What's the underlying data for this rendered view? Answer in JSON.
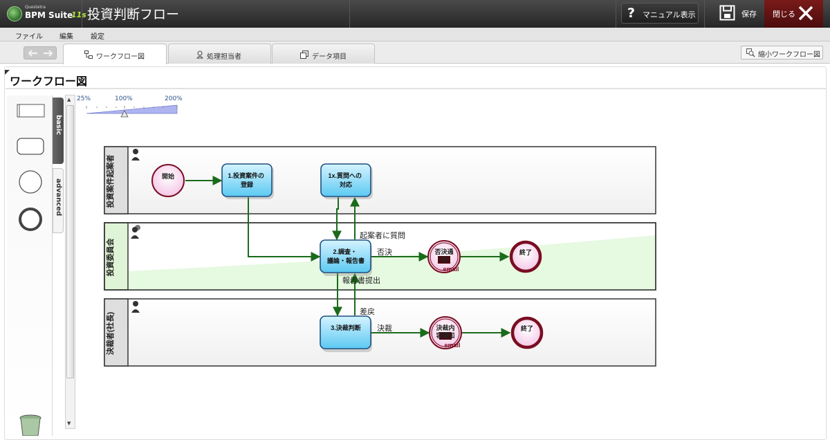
{
  "header": {
    "logo_small": "Questetra",
    "logo_name": "BPM Suite",
    "logo_version": "11s",
    "title": "投資判断フロー",
    "manual_label": "マニュアル表示",
    "save_label": "保存",
    "close_label": "閉じる"
  },
  "menu": [
    "ファイル",
    "編集",
    "設定"
  ],
  "tabs": [
    {
      "label": "ワークフロー図",
      "icon": "flowchart-icon"
    },
    {
      "label": "処理担当者",
      "icon": "user-icon"
    },
    {
      "label": "データ項目",
      "icon": "copy-icon"
    }
  ],
  "mini_button_label": "縮小ワークフロー図",
  "panel_title": "ワークフロー図",
  "palette": {
    "tab_basic": "basic",
    "tab_advanced": "advanced"
  },
  "zoom": {
    "labels": [
      "25%",
      "100%",
      "200%"
    ],
    "current_percent": 100
  },
  "lanes": [
    {
      "name": "投資案件起案者"
    },
    {
      "name": "投資委員会"
    },
    {
      "name": "決裁者(社長)"
    }
  ],
  "nodes": {
    "start": "開始",
    "task1": "1.投資案件の登録",
    "task1x": "1x.質問への対応",
    "task2": "2.調査・議論・報告書",
    "email1": "否決通知",
    "end1": "終了",
    "task3": "3.決裁判断",
    "email2": "決裁内容通知",
    "end2": "終了",
    "email_tag": "email"
  },
  "edge_labels": {
    "question": "起案者に質問",
    "reject": "否決",
    "report": "報告書提出",
    "return": "差戻",
    "approve": "決裁"
  },
  "colors": {
    "header_bg": "#2f2f2f",
    "close_bg": "#6b1414",
    "task_fill": "#6fd0f5",
    "task_border": "#1f4f7f",
    "flow_arrow": "#1a6b1a",
    "event_border": "#7a0d22",
    "lane_highlight": "#e6f9e1"
  }
}
